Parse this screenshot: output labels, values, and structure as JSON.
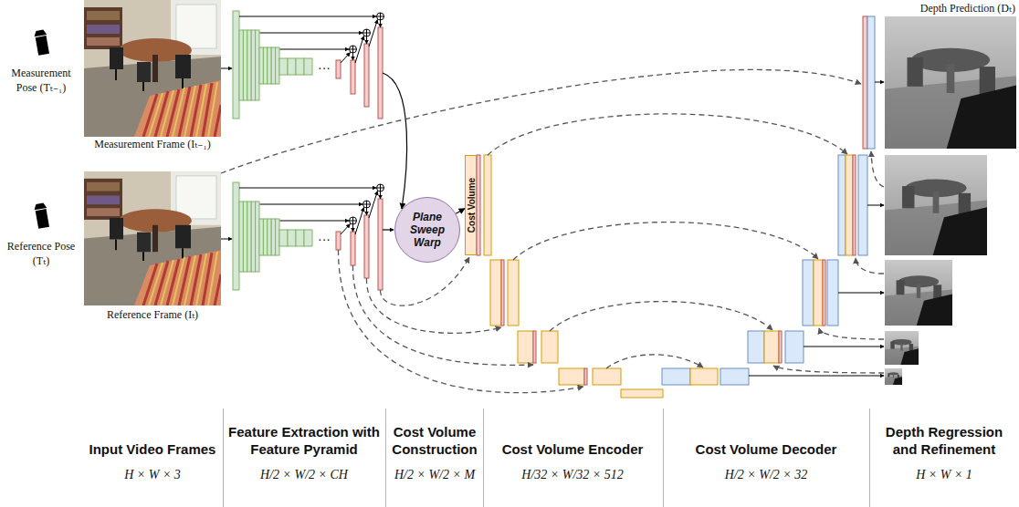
{
  "diagram": {
    "nodes": [
      {
        "text": [
          "Plane Sweep Warp"
        ]
      },
      {
        "text": [
          "Cost Volume"
        ]
      }
    ],
    "edges": [
      {
        "from": 0,
        "to": 1,
        "arrow": "to"
      }
    ],
    "labels": [
      "Measurement Pose (Tₜ₋₁)",
      "Measurement Frame (Iₜ₋₁)",
      "Reference Pose (Tₜ)",
      "Reference Frame (Iₜ)",
      "···",
      "···",
      "Depth Prediction (Dₜ)",
      "Input Video Frames",
      "Feature Extraction with Feature Pyramid",
      "Cost Volume Construction",
      "Cost Volume Encoder",
      "Cost Volume Decoder",
      "Depth Regression and Refinement",
      "H × W × 3",
      "H/2 × W/2 × CH",
      "H/2 × W/2 × M",
      "H/32 × W/32 × 512",
      "H/2 × W/2 × 32",
      "H × W × 1"
    ]
  }
}
